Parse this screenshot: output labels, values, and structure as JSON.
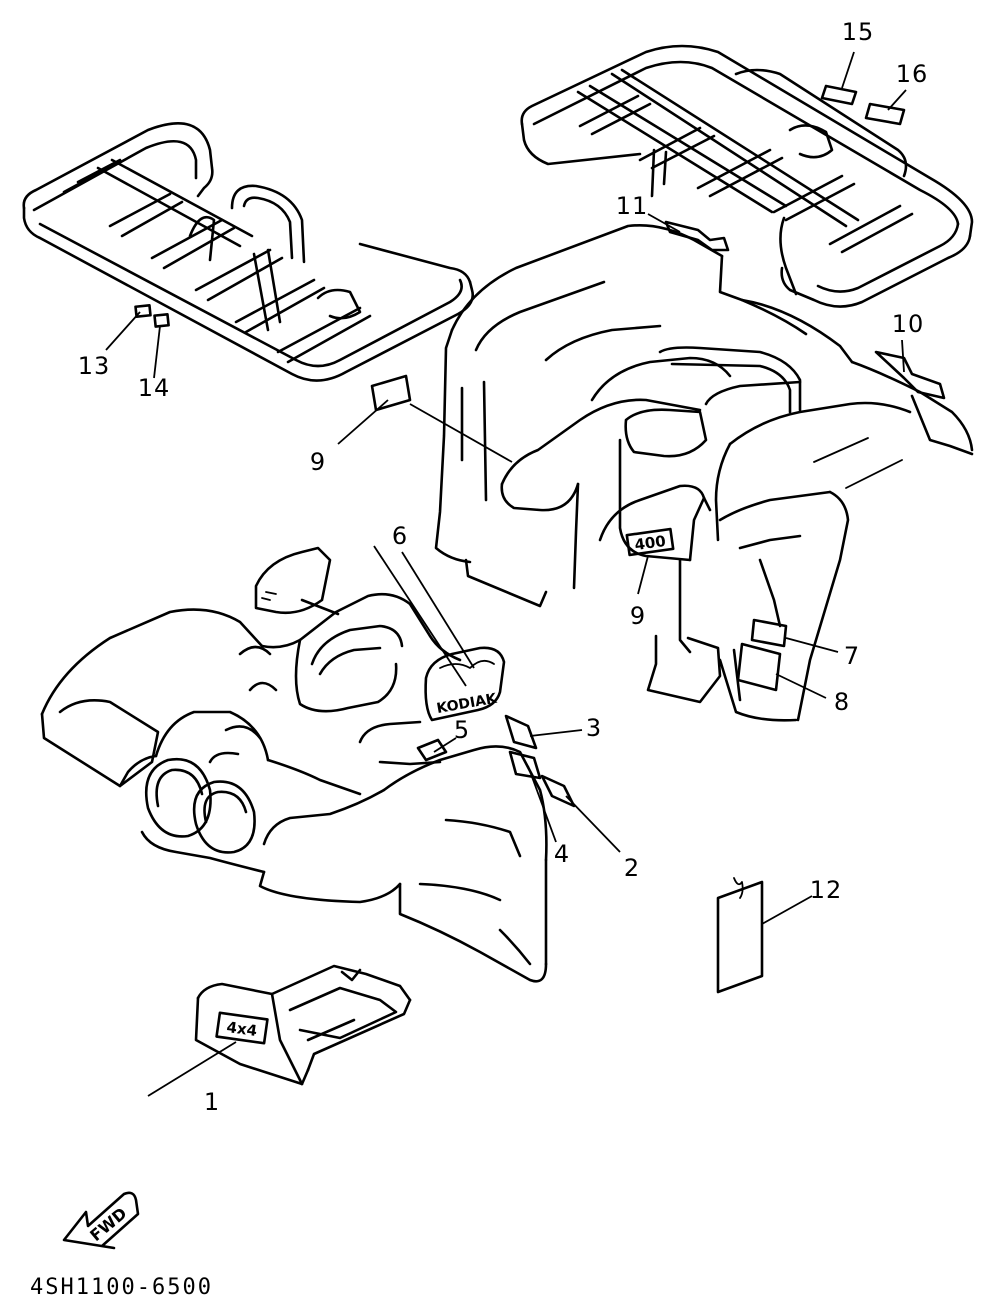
{
  "callouts": [
    "1",
    "2",
    "3",
    "4",
    "5",
    "6",
    "7",
    "8",
    "9",
    "9",
    "10",
    "11",
    "12",
    "13",
    "14",
    "15",
    "16"
  ],
  "emblems": {
    "model_badge": "400",
    "logo": "KODIAK",
    "drive_badge": "4x4",
    "fwd_arrow": "FWD"
  },
  "part_code": "4SH1100-6500",
  "colors": {
    "line": "#000000",
    "background": "#ffffff"
  },
  "icons": {
    "forward_direction": "fwd-arrow-icon"
  }
}
